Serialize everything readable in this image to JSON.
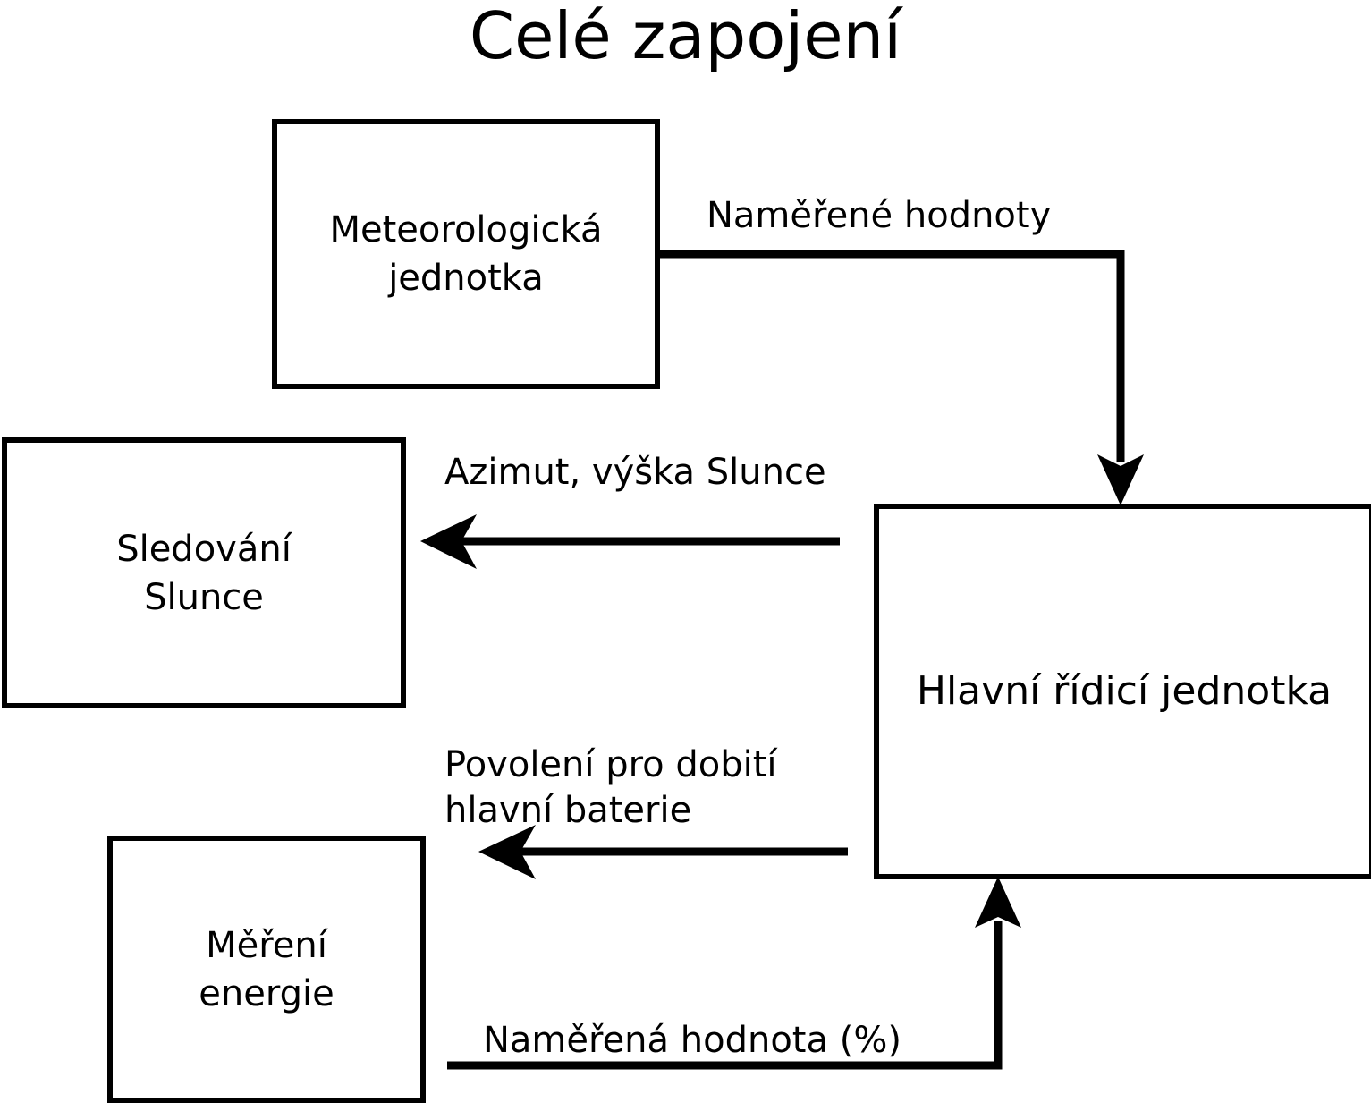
{
  "title": "Celé zapojení",
  "nodes": [
    {
      "id": "meteo",
      "label": "Meteorologická\njednotka"
    },
    {
      "id": "sun_track",
      "label": "Sledování\nSlunce"
    },
    {
      "id": "main_ctrl",
      "label": "Hlavní řídicí jednotka"
    },
    {
      "id": "energy",
      "label": "Měření\nenergie"
    }
  ],
  "edges": [
    {
      "id": "e1",
      "label": "Naměřené hodnoty",
      "from": "meteo",
      "to": "main_ctrl",
      "arrow": "down"
    },
    {
      "id": "e2",
      "label": "Azimut, výška Slunce",
      "from": "main_ctrl",
      "to": "sun_track",
      "arrow": "left"
    },
    {
      "id": "e3",
      "label": "Povolení pro dobití\nhlavní baterie",
      "from": "main_ctrl",
      "to": "energy",
      "arrow": "left"
    },
    {
      "id": "e4",
      "label": "Naměřená hodnota (%)",
      "from": "energy",
      "to": "main_ctrl",
      "arrow": "up"
    }
  ],
  "style": {
    "stroke": "#000000",
    "fill": "#ffffff",
    "background": "#ffffff"
  }
}
